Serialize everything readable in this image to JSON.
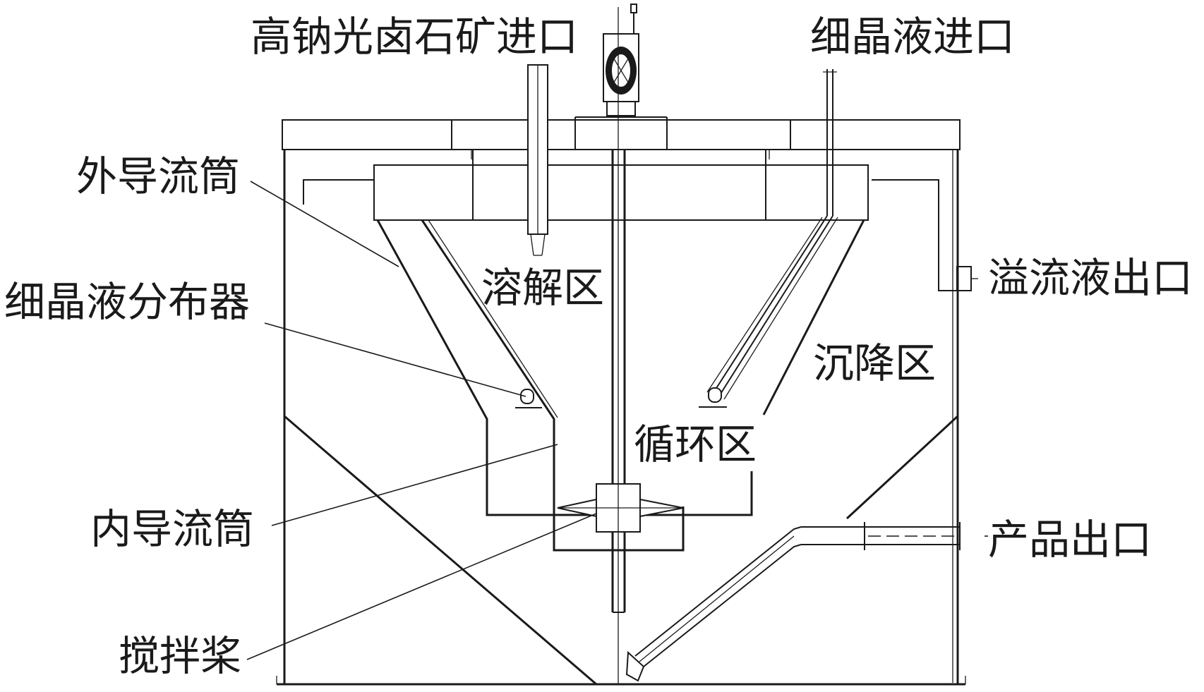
{
  "labels": {
    "ore_inlet": "高钠光卤石矿进口",
    "fine_crystal_inlet": "细晶液进口",
    "outer_draft_tube": "外导流筒",
    "fine_crystal_distributor": "细晶液分布器",
    "dissolution_zone": "溶解区",
    "overflow_outlet": "溢流液出口",
    "settling_zone": "沉降区",
    "circulation_zone": "循环区",
    "inner_draft_tube": "内导流筒",
    "product_outlet": "产品出口",
    "impeller": "搅拌桨"
  },
  "colors": {
    "line": "#1a1a1a",
    "background": "#ffffff"
  }
}
